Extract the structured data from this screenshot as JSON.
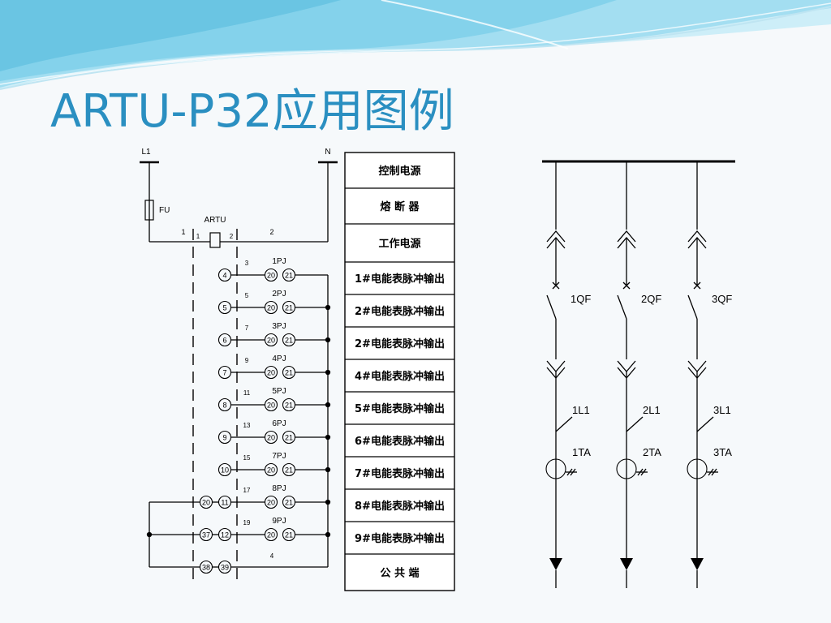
{
  "slide": {
    "title": "ARTU-P32应用图例"
  },
  "wiring": {
    "top_labels": {
      "l1": "L1",
      "n": "N"
    },
    "fuse_label": "FU",
    "device_label": "ARTU",
    "coil_pins": {
      "left": "1",
      "right": "2"
    },
    "wire_labels": {
      "left": "1",
      "right": "2"
    },
    "rows": [
      {
        "terminal": "4",
        "wire": "3",
        "meter": "1PJ",
        "pin_a": "20",
        "pin_b": "21"
      },
      {
        "terminal": "5",
        "wire": "5",
        "meter": "2PJ",
        "pin_a": "20",
        "pin_b": "21"
      },
      {
        "terminal": "6",
        "wire": "7",
        "meter": "3PJ",
        "pin_a": "20",
        "pin_b": "21"
      },
      {
        "terminal": "7",
        "wire": "9",
        "meter": "4PJ",
        "pin_a": "20",
        "pin_b": "21"
      },
      {
        "terminal": "8",
        "wire": "11",
        "meter": "5PJ",
        "pin_a": "20",
        "pin_b": "21"
      },
      {
        "terminal": "9",
        "wire": "13",
        "meter": "6PJ",
        "pin_a": "20",
        "pin_b": "21"
      },
      {
        "terminal": "10",
        "wire": "15",
        "meter": "7PJ",
        "pin_a": "20",
        "pin_b": "21"
      },
      {
        "terminal": "11",
        "wire": "17",
        "meter": "8PJ",
        "pin_a": "20",
        "pin_b": "21",
        "left": "20"
      },
      {
        "terminal": "12",
        "wire": "19",
        "meter": "9PJ",
        "pin_a": "20",
        "pin_b": "21",
        "left": "37"
      }
    ],
    "common_row": {
      "left": "38",
      "terminal": "39",
      "wire": "4"
    }
  },
  "legend": {
    "items": [
      "控制电源",
      "熔 断 器",
      "工作电源",
      "1#电能表脉冲输出",
      "2#电能表脉冲输出",
      "2#电能表脉冲输出",
      "4#电能表脉冲输出",
      "5#电能表脉冲输出",
      "6#电能表脉冲输出",
      "7#电能表脉冲输出",
      "8#电能表脉冲输出",
      "9#电能表脉冲输出",
      "公 共 端"
    ]
  },
  "single_line": {
    "feeders": [
      {
        "breaker": "1QF",
        "load": "1L1",
        "ct": "1TA"
      },
      {
        "breaker": "2QF",
        "load": "2L1",
        "ct": "2TA"
      },
      {
        "breaker": "3QF",
        "load": "3L1",
        "ct": "3TA"
      }
    ]
  },
  "colors": {
    "title": "#2a8fc1",
    "wave_light": "#cdeef8",
    "wave_mid": "#7fd0ea",
    "line": "#000000"
  }
}
